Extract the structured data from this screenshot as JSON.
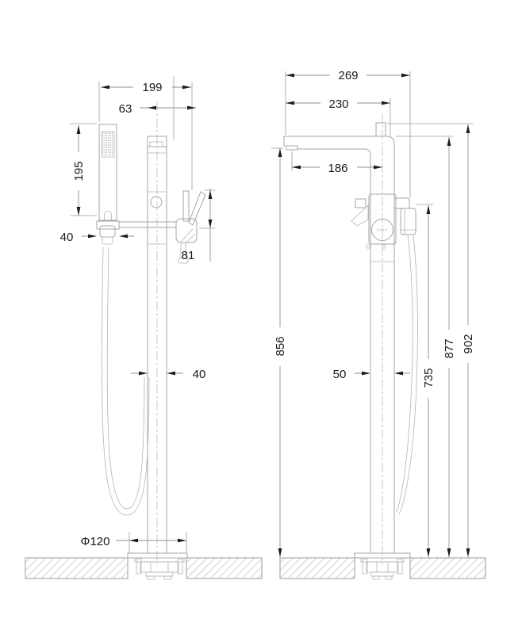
{
  "dimensions": {
    "side_view": {
      "overall_width": "199",
      "center_to_handle": "63",
      "hand_shower_length": "195",
      "holder_width": "40",
      "handle_height": "81",
      "column_width": "40",
      "base_diameter": "Φ120"
    },
    "front_view": {
      "overall_depth": "269",
      "spout_to_column": "230",
      "spout_reach": "186",
      "outlet_height": "856",
      "column_width": "50",
      "hose_holder_height": "735",
      "spout_top_height": "877",
      "overall_height": "902"
    }
  },
  "colors": {
    "background": "#ffffff",
    "linework": "#a6a6a6",
    "dimension_text": "#1a1a1a",
    "hatching": "#c2c2c2"
  }
}
